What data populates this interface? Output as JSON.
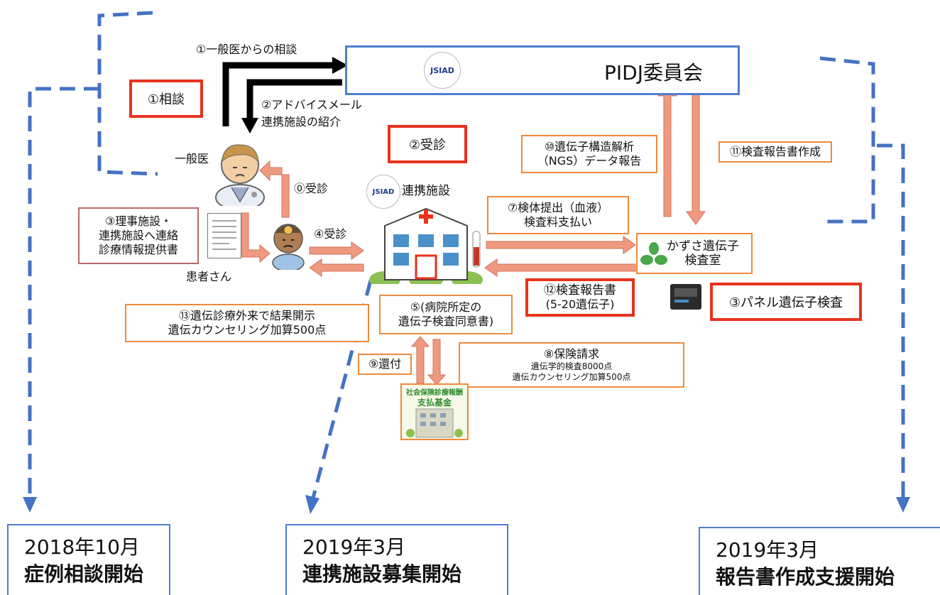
{
  "committee": {
    "name": "PIDJ委員会",
    "logo_text": "JSIAD"
  },
  "partner": {
    "label": "連携施設",
    "logo_text": "JSIAD"
  },
  "arrows": {
    "consult": "①一般医からの相談",
    "advice_line1": "②アドバイスメール",
    "advice_line2": "連携施設の紹介",
    "visit0": "⓪受診",
    "visit4": "④受診"
  },
  "actors": {
    "gp": "一般医",
    "patient": "患者さん"
  },
  "boxes": {
    "contact_line1": "③理事施設・",
    "contact_line2": "連携施設へ連絡",
    "contact_line3": "診療情報提供書",
    "specimen_line1": "⑦検体提出（血液）",
    "specimen_line2": "検査料支払い",
    "kazusa_line1": "かずさ遺伝子",
    "kazusa_line2": "検査室",
    "analysis_line1": "⑩遺伝子構造解析",
    "analysis_line2": "（NGS）データ報告",
    "report_create": "⑪検査報告書作成",
    "report_line1": "⑫検査報告書",
    "report_line2": "(5-20遺伝子)",
    "disclosure_line1": "⑬遺伝診療外来で結果開示",
    "disclosure_line2": "遺伝カウンセリング加算500点",
    "consent_line1": "⑤(病院所定の",
    "consent_line2": "遺伝子検査同意書)",
    "refund": "⑨還付",
    "insurance_line1": "⑧保険請求",
    "insurance_line2": "遺伝学的検査8000点",
    "insurance_line3": "遺伝カウンセリング加算500点"
  },
  "fund": {
    "line1": "社会保険診療報酬",
    "line2": "支払基金"
  },
  "phases": {
    "consult": "①相談",
    "visit": "②受診",
    "panel": "③パネル遺伝子検査"
  },
  "timeline": [
    {
      "date": "2018年10月",
      "event": "症例相談開始"
    },
    {
      "date": "2019年3月",
      "event": "連携施設募集開始"
    },
    {
      "date": "2019年3月",
      "event": "報告書作成支援開始"
    }
  ],
  "colors": {
    "accent_red": "#e8321e",
    "accent_orange": "#ee8a3c",
    "arrow_salmon": "#ef9a80",
    "phase_blue": "#4472c4",
    "box_blue": "#4f7fd0"
  }
}
